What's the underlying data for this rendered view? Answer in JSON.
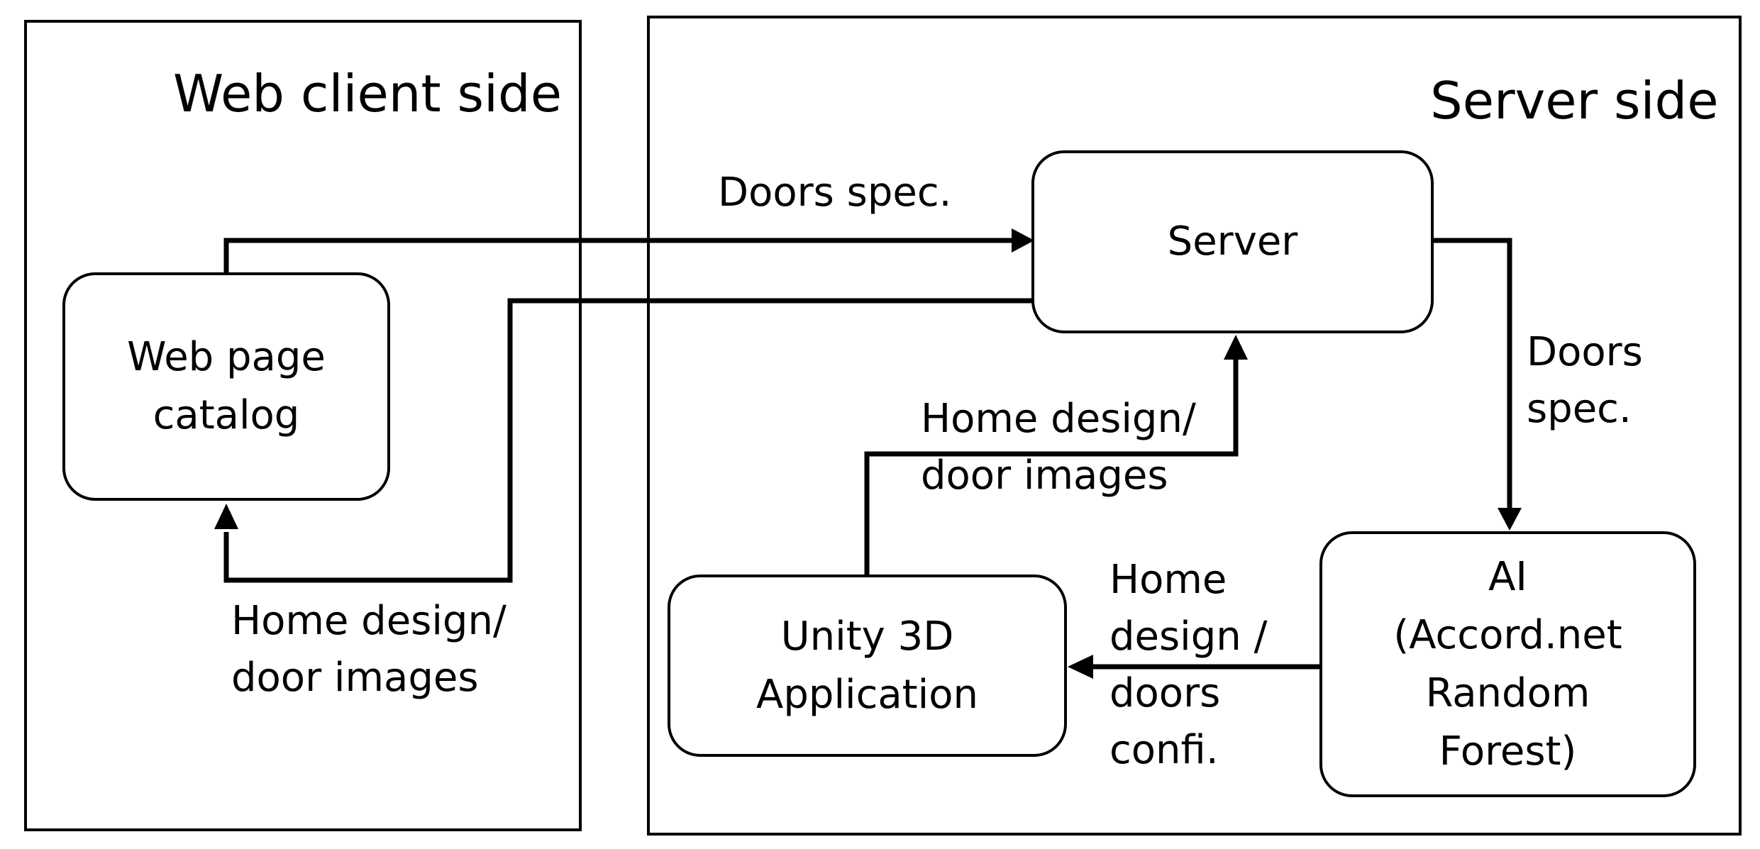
{
  "regions": {
    "client": {
      "title": "Web client side"
    },
    "server": {
      "title": "Server side"
    }
  },
  "nodes": {
    "web_page_catalog": "Web page\ncatalog",
    "server": "Server",
    "ai": "AI\n(Accord.net\nRandom\nForest)",
    "unity": "Unity 3D\nApplication"
  },
  "edges": {
    "catalog_to_server": "Doors spec.",
    "server_to_catalog": "Home design/\ndoor images",
    "server_to_ai": "Doors\nspec.",
    "unity_to_server": "Home design/\ndoor images",
    "ai_to_unity": "Home\ndesign /\ndoors\nconfi."
  }
}
